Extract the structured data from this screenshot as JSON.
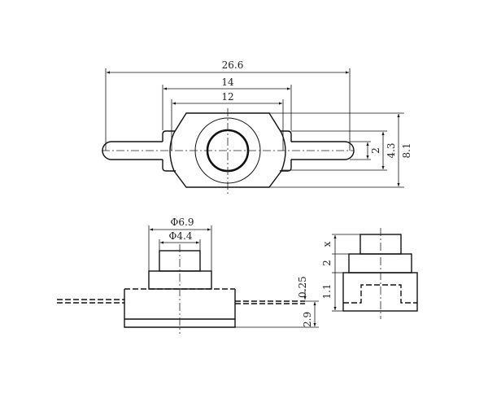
{
  "top_view": {
    "dim_overall_width": "26.6",
    "dim_ear_width": "14",
    "dim_body_width": "12",
    "dim_lead_height": "2",
    "dim_ear_height": "4.3",
    "dim_body_height": "8.1"
  },
  "front_view": {
    "dim_outer_diameter": "Φ6.9",
    "dim_button_diameter": "Φ4.4",
    "dim_lead_thickness": "0.25",
    "dim_body_height": "2.9"
  },
  "side_view": {
    "dim_button_travel": "x",
    "dim_middle_height": "2",
    "dim_lower_height": "1.1"
  }
}
